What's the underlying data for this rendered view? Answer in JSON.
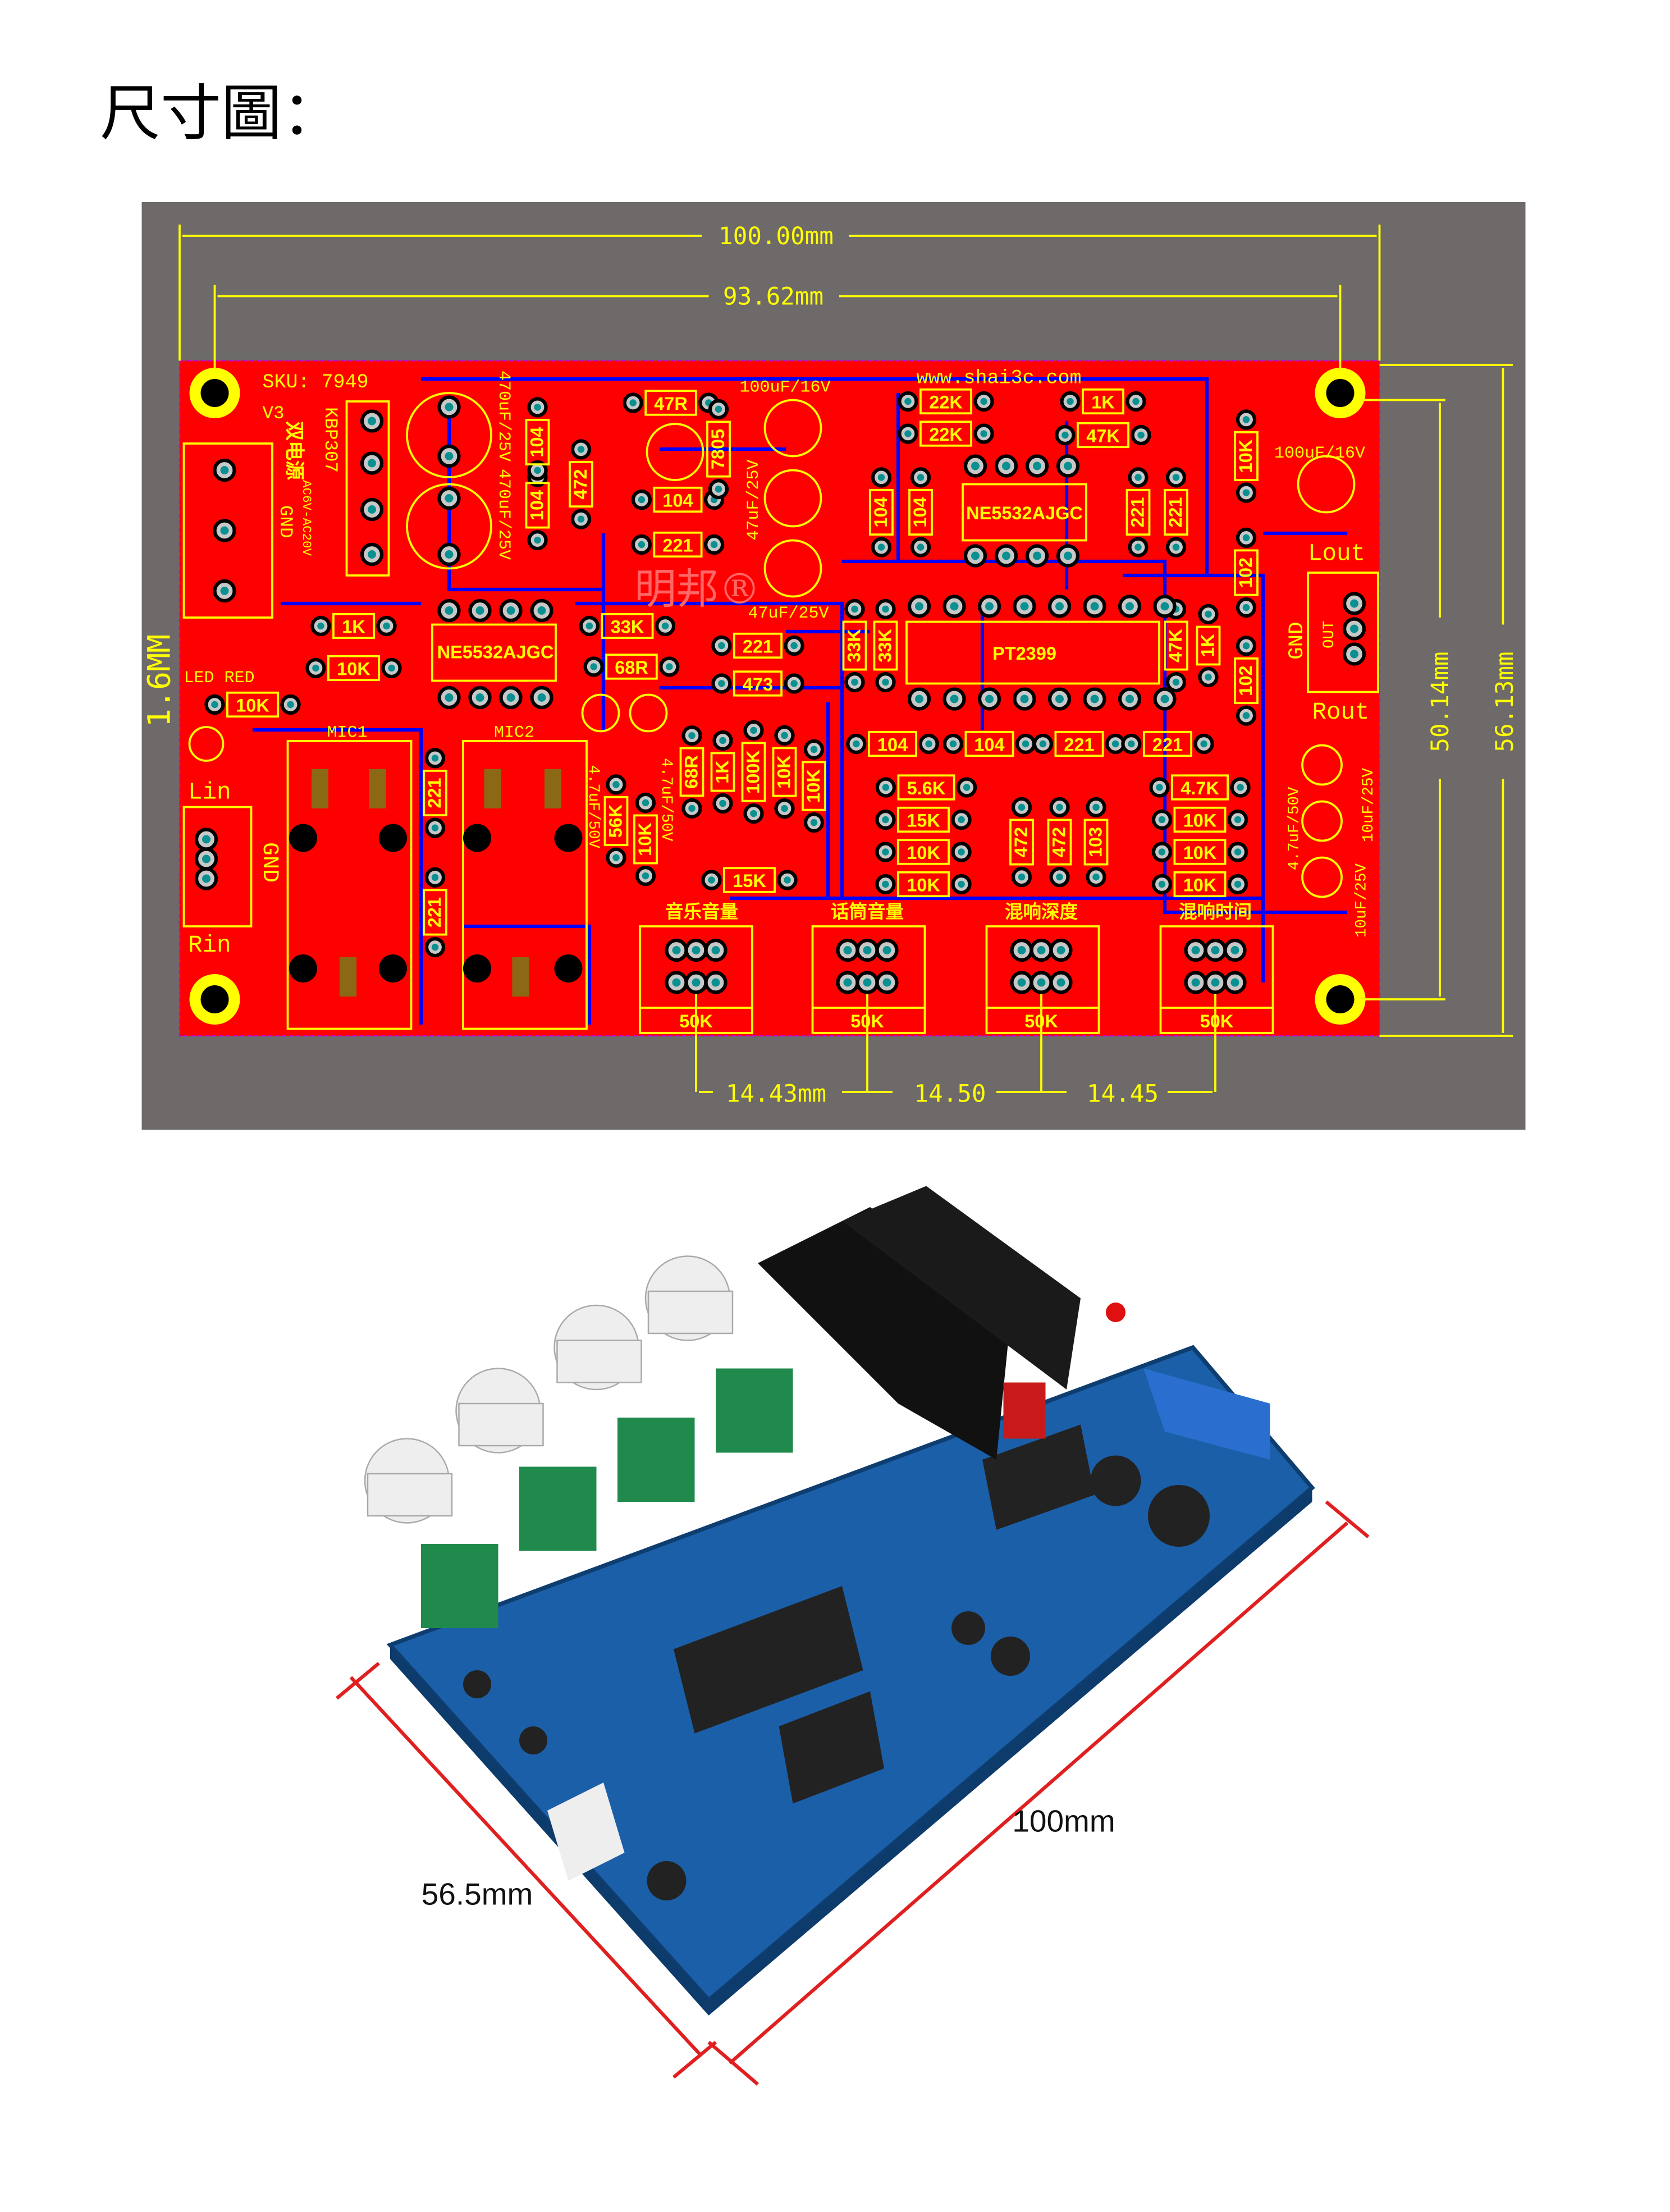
{
  "title": "尺寸圖：",
  "colors": {
    "panel_bg": "#6e6a6a",
    "board": "#ff0000",
    "silkscreen": "#ffff00",
    "trace": "#0000ff",
    "photo_board": "#1b5fa8",
    "dimension_red": "#e02020"
  },
  "pcb": {
    "dimensions": {
      "width_outer": "100.00mm",
      "width_holes": "93.62mm",
      "height_holes": "50.14mm",
      "height_outer": "56.13mm",
      "thickness": "1.6MM",
      "pot_spacing_1": "14.43mm",
      "pot_spacing_2": "14.50",
      "pot_spacing_3": "14.45"
    },
    "silk": {
      "sku": "SKU: 7949",
      "version": "V3",
      "dual_power": "双电源",
      "bridge": "KBP307",
      "ac_range": "AC6V-AC20V",
      "gnd": "GND",
      "cap_470": "470uF/25V",
      "cap_100": "100uF/16V",
      "cap_47": "47uF/25V",
      "website": "www.shai3c.com",
      "lout": "Lout",
      "out": "OUT",
      "rout": "Rout",
      "led": "LED RED",
      "mic1": "MIC1",
      "mic2": "MIC2",
      "lin": "Lin",
      "rin": "Rin",
      "cap_4u7": "4.7uF/50V",
      "cap_10u": "10uF/25V",
      "logo": "明邦®"
    },
    "components": [
      "47R",
      "22K",
      "22K",
      "1K",
      "47K",
      "104",
      "104",
      "NE5532AJGC",
      "221",
      "221",
      "10K",
      "104",
      "104",
      "472",
      "104",
      "221",
      "7805",
      "1K",
      "10K",
      "NE5532AJGC",
      "33K",
      "68R",
      "221",
      "473",
      "10K",
      "33K",
      "33K",
      "PT2399",
      "47K",
      "1K",
      "102",
      "102",
      "221",
      "221",
      "56K",
      "10K",
      "68R",
      "1K",
      "100K",
      "10K",
      "10K",
      "15K",
      "104",
      "104",
      "221",
      "221",
      "5.6K",
      "15K",
      "10K",
      "10K",
      "472",
      "472",
      "103",
      "4.7K",
      "10K",
      "10K",
      "10K"
    ],
    "pots": [
      {
        "label": "音乐音量",
        "value": "50K"
      },
      {
        "label": "话筒音量",
        "value": "50K"
      },
      {
        "label": "混响深度",
        "value": "50K"
      },
      {
        "label": "混响时间",
        "value": "50K"
      }
    ]
  },
  "photo": {
    "length_label": "100mm",
    "width_label": "56.5mm"
  }
}
